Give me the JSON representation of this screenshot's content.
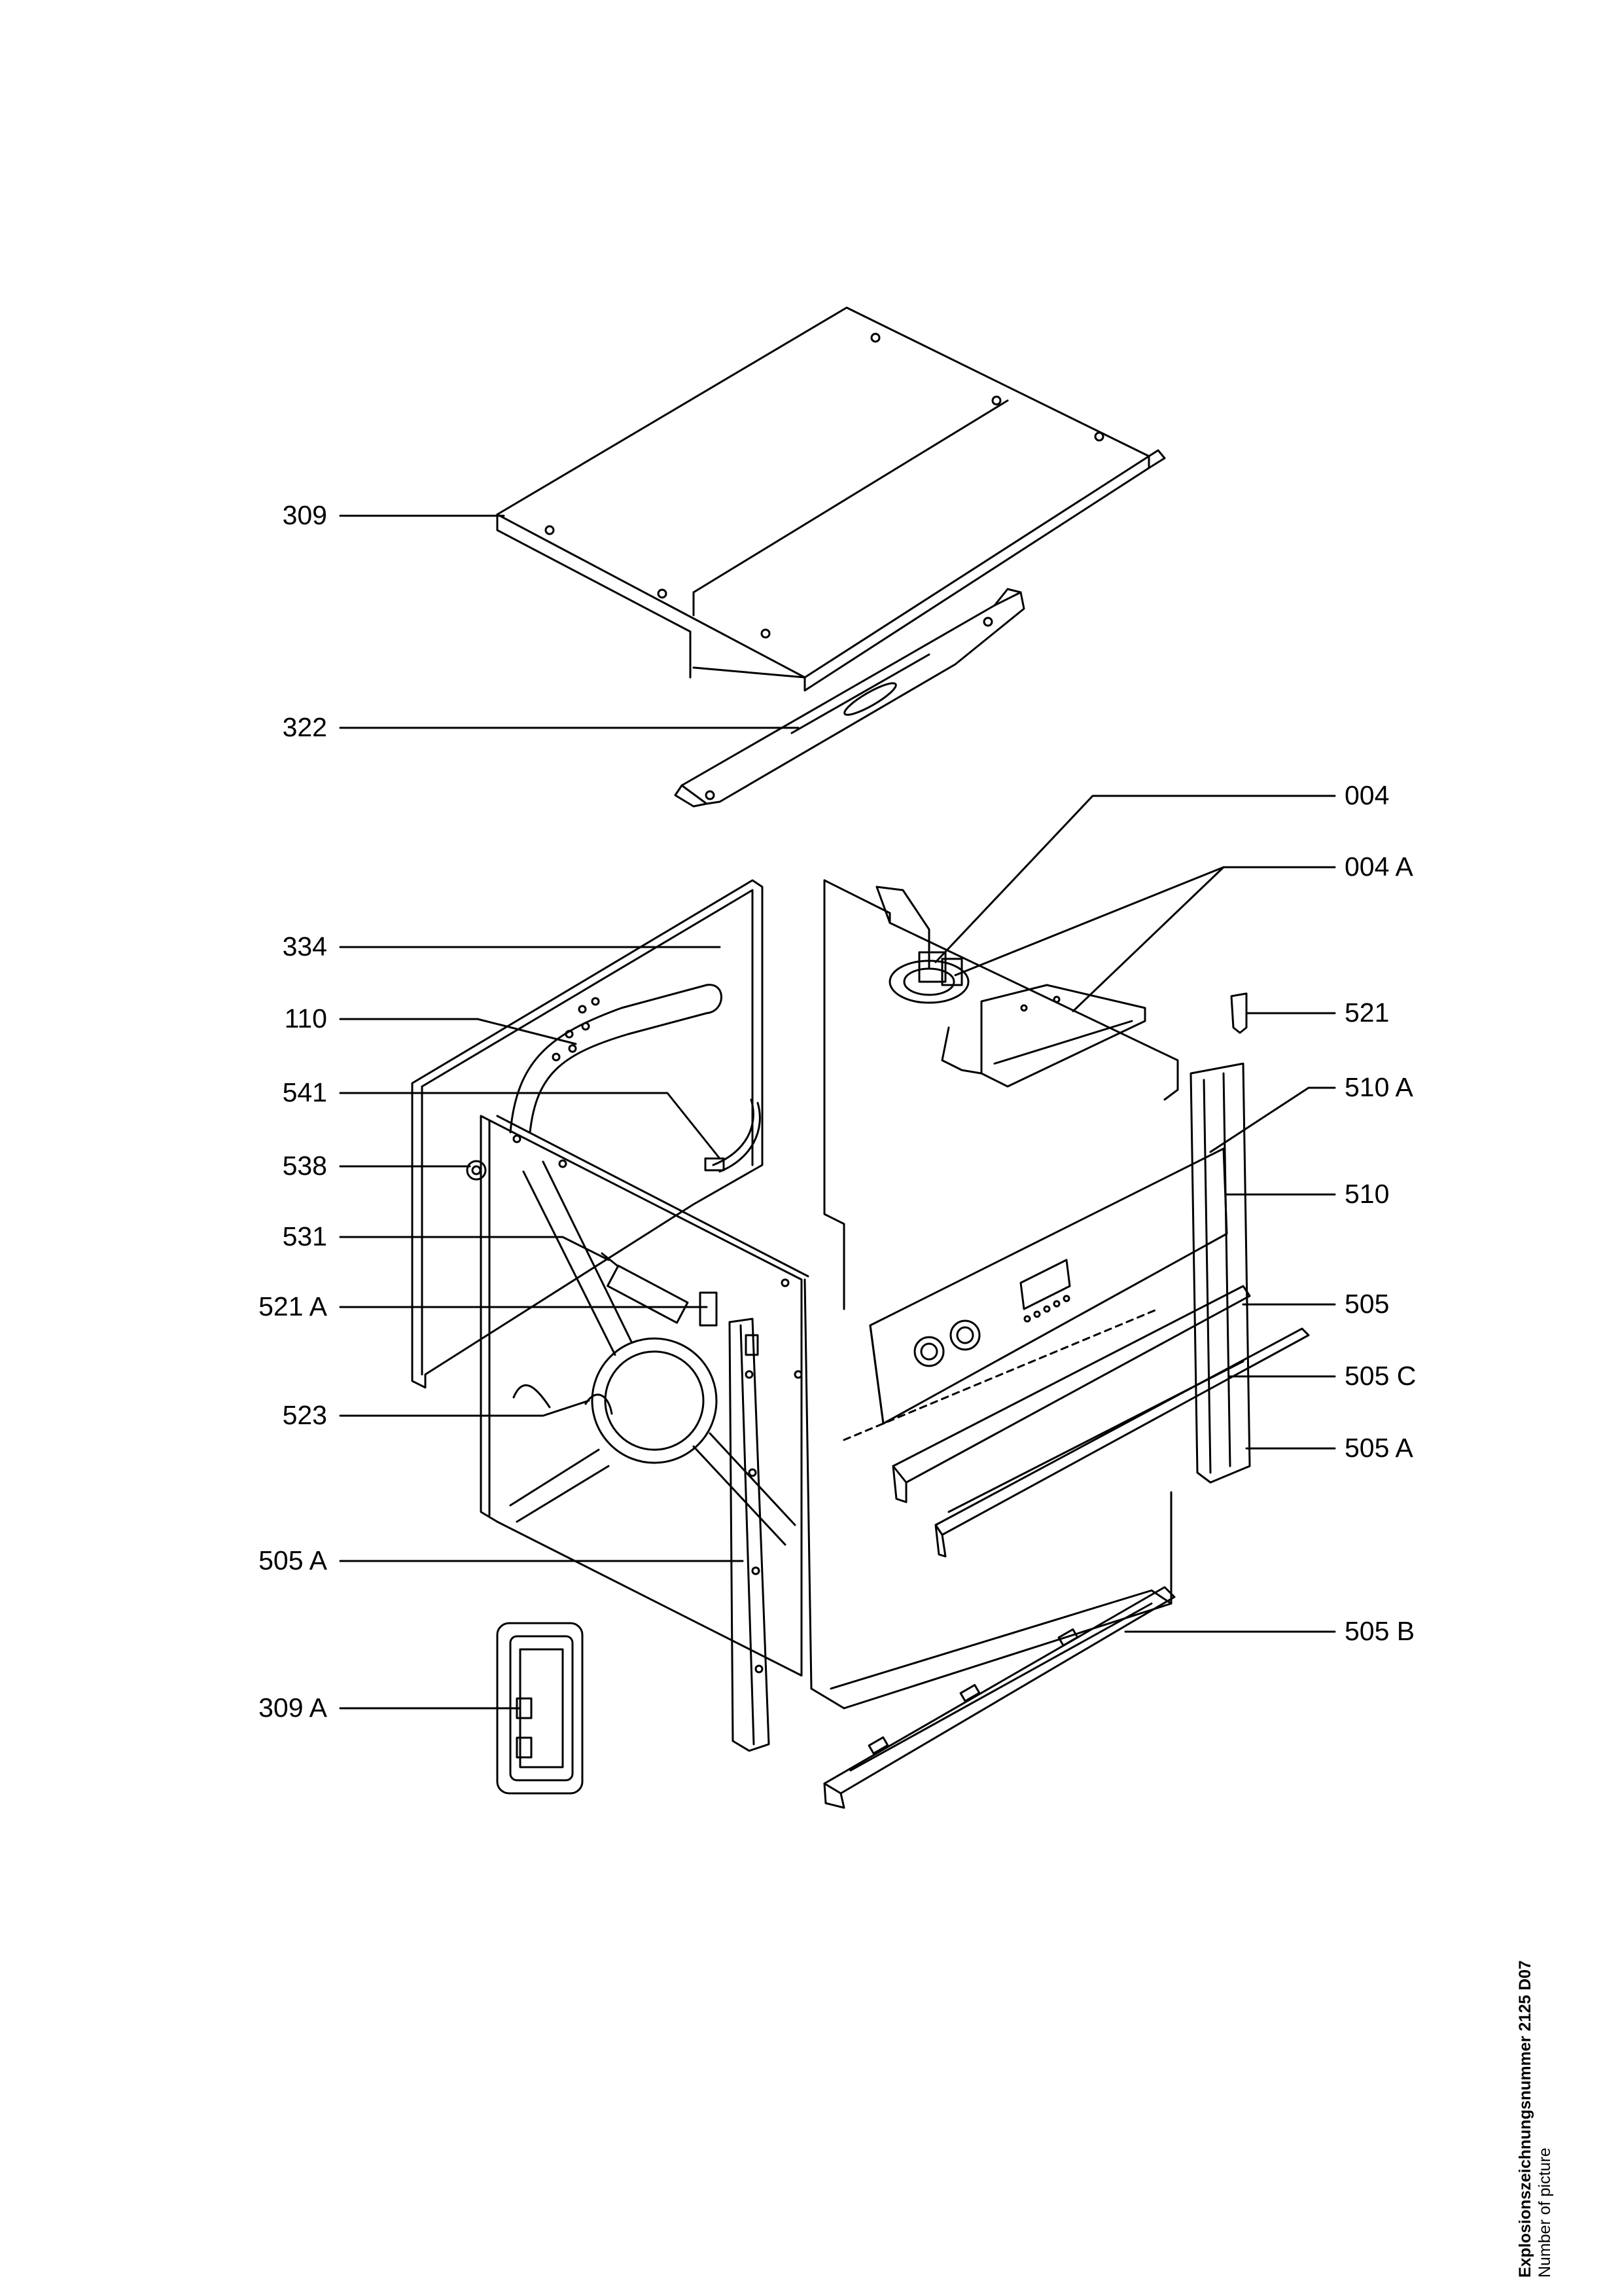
{
  "left_callouts": [
    {
      "id": "309"
    },
    {
      "id": "322"
    },
    {
      "id": "334"
    },
    {
      "id": "110"
    },
    {
      "id": "541"
    },
    {
      "id": "538"
    },
    {
      "id": "531"
    },
    {
      "id": "521 A"
    },
    {
      "id": "523"
    },
    {
      "id": "505 A"
    },
    {
      "id": "309 A"
    }
  ],
  "right_callouts": [
    {
      "id": "004"
    },
    {
      "id": "004 A"
    },
    {
      "id": "521"
    },
    {
      "id": "510 A"
    },
    {
      "id": "510"
    },
    {
      "id": "505"
    },
    {
      "id": "505 C"
    },
    {
      "id": "505 A"
    },
    {
      "id": "505 B"
    }
  ],
  "footer": {
    "title": "Explosionszeichnungsnummer 2125 D07",
    "subtitle": "Number of picture"
  }
}
